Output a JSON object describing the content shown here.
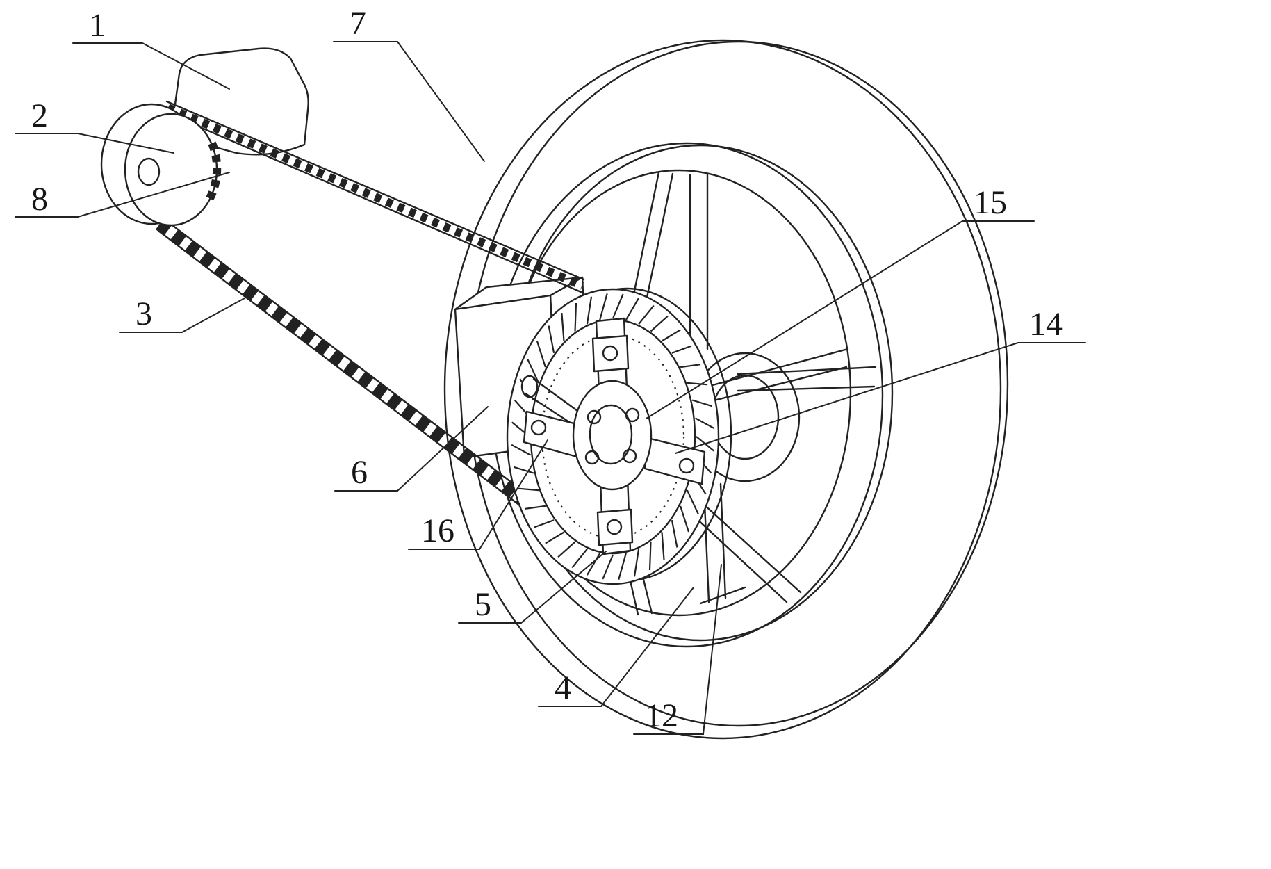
{
  "figure": {
    "background": "#ffffff",
    "line_color": "#222222"
  },
  "callouts": {
    "c1": {
      "text": "1"
    },
    "c2": {
      "text": "2"
    },
    "c3": {
      "text": "3"
    },
    "c4": {
      "text": "4"
    },
    "c5": {
      "text": "5"
    },
    "c6": {
      "text": "6"
    },
    "c7": {
      "text": "7"
    },
    "c8": {
      "text": "8"
    },
    "c12": {
      "text": "12"
    },
    "c14": {
      "text": "14"
    },
    "c15": {
      "text": "15"
    },
    "c16": {
      "text": "16"
    }
  }
}
